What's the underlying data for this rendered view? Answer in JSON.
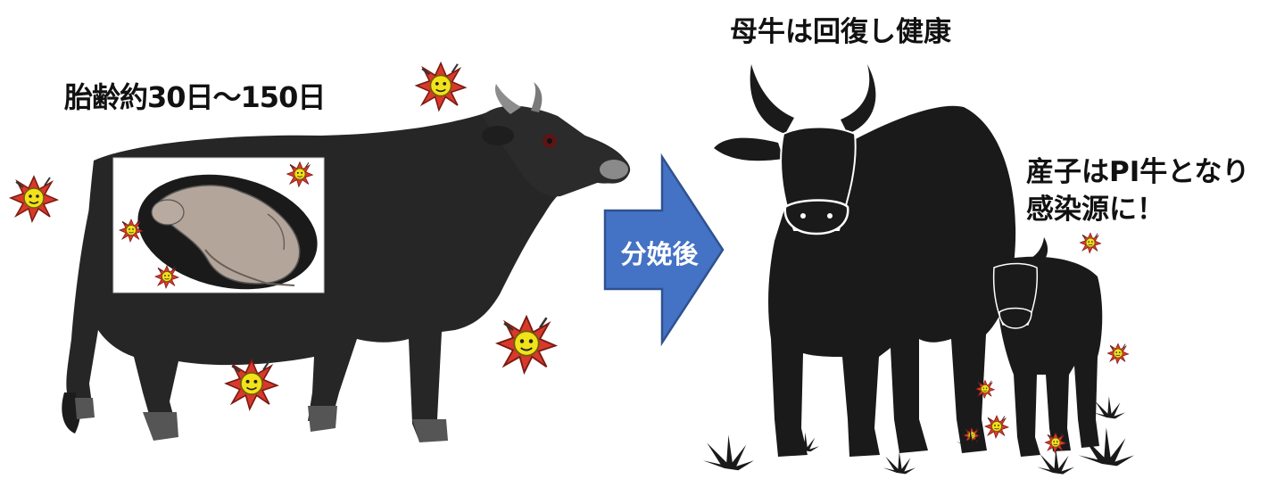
{
  "labels": {
    "gestation": "胎齢約30日～150日",
    "arrow": "分娩後",
    "mother": "母牛は回復し健康",
    "calf_line1": "産子はPI牛となり",
    "calf_line2": "感染源に！"
  },
  "colors": {
    "cow_body": "#262626",
    "arrow_fill": "#4472c4",
    "arrow_stroke": "#2f528f",
    "virus_body": "#f2e21a",
    "virus_spikes": "#d9392b",
    "fetus": "#b3a59a",
    "grass": "#1a1a1a"
  },
  "icons": {
    "virus": "virus-icon",
    "fetus": "fetus-icon",
    "arrow": "right-arrow-icon"
  }
}
